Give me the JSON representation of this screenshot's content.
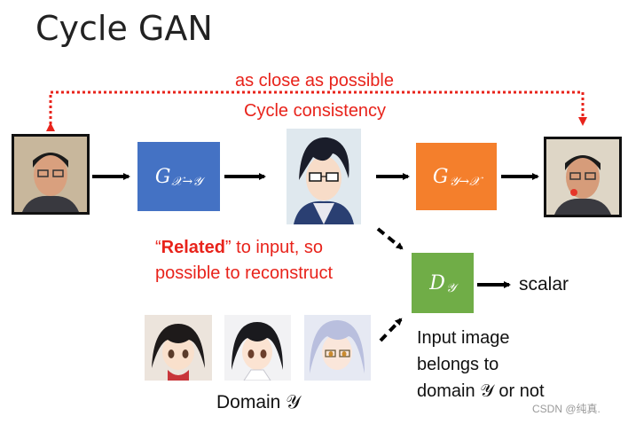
{
  "slide": {
    "title": "Cycle GAN",
    "top_label": "as close as possible",
    "cycle_label": "Cycle consistency",
    "generator_xy": {
      "symbol": "G",
      "subscript": "𝒳→𝒴",
      "color": "#4472c4"
    },
    "generator_yx": {
      "symbol": "G",
      "subscript": "𝒴→𝒳",
      "color": "#f47f2c"
    },
    "discriminator": {
      "symbol": "D",
      "subscript": "𝒴",
      "color": "#70ad47"
    },
    "related_bold": "Related",
    "related_rest": "” to input, so",
    "related_line2": "possible to reconstruct",
    "scalar_label": "scalar",
    "input_note": [
      "Input image",
      "belongs to",
      "domain 𝒴 or not"
    ],
    "domain_label": "Domain 𝒴",
    "watermark": "CSDN @纯真."
  },
  "images": [
    "input-face-photo",
    "anime-output-image",
    "reconstructed-face-photo",
    "domain-anime-sample-1",
    "domain-anime-sample-2",
    "domain-anime-sample-3"
  ]
}
